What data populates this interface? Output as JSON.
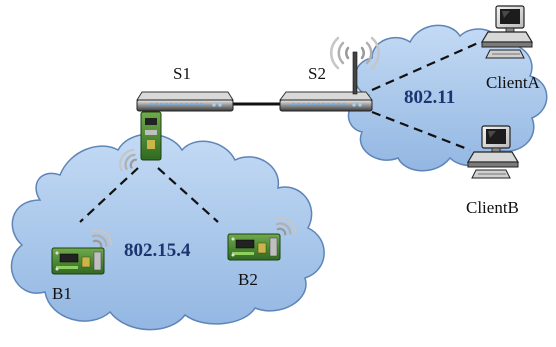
{
  "diagram": {
    "nodes": {
      "s1": {
        "label": "S1",
        "icon": "router-icon"
      },
      "s2": {
        "label": "S2",
        "icon": "wireless-router-icon"
      },
      "client_a": {
        "label": "ClientA",
        "icon": "desktop-computer-icon"
      },
      "client_b": {
        "label": "ClientB",
        "icon": "desktop-computer-icon"
      },
      "b1": {
        "label": "B1",
        "icon": "sensor-board-icon"
      },
      "b2": {
        "label": "B2",
        "icon": "sensor-board-icon"
      }
    },
    "networks": {
      "wifi": {
        "label": "802.11"
      },
      "zigbee": {
        "label": "802.15.4"
      }
    },
    "colors": {
      "cloud_fill": "#a9c8ec",
      "cloud_stroke": "#5e84b8",
      "network_label": "#1a3570",
      "link": "#111111",
      "board": "#3e7a2a"
    }
  }
}
